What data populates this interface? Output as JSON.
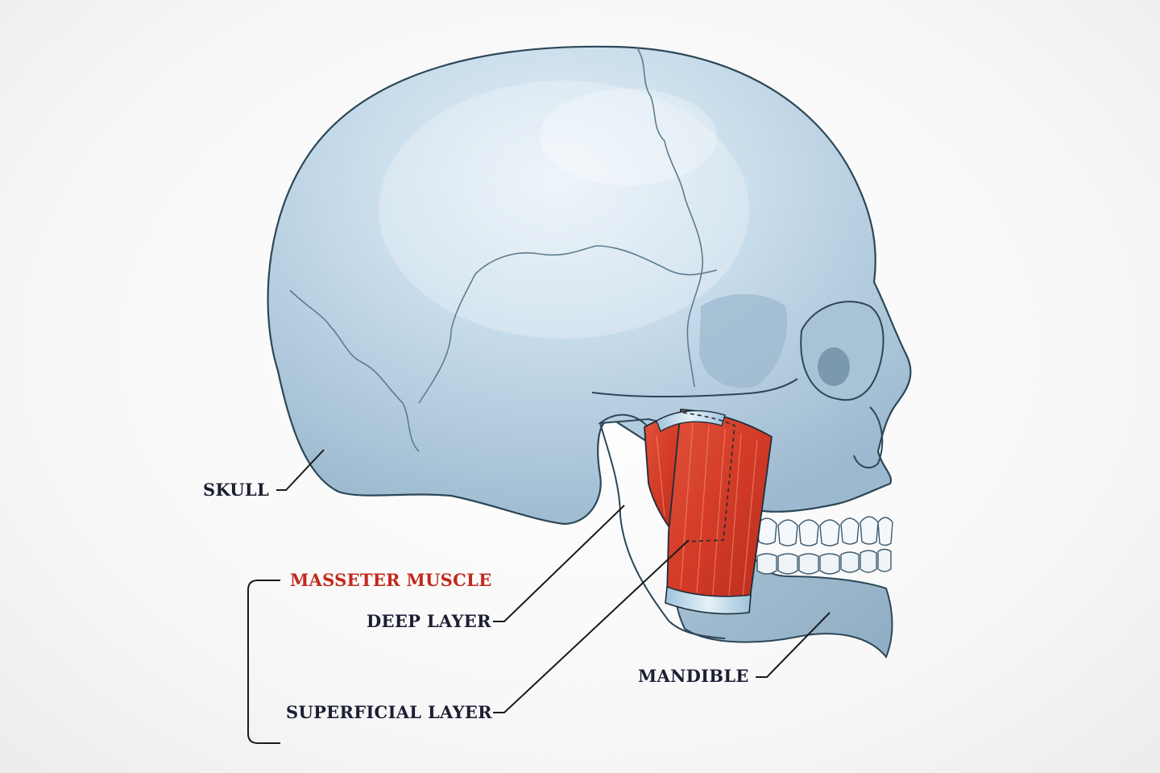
{
  "labels": {
    "skull": "SKULL",
    "masseter_muscle": "MASSETER MUSCLE",
    "deep_layer": "DEEP LAYER",
    "superficial_layer": "SUPERFICIAL LAYER",
    "mandible": "MANDIBLE"
  },
  "colors": {
    "label_text": "#1c1f33",
    "highlight_label": "#c3281c",
    "bone": "#bdd3e4",
    "bone_outline": "#2c4757",
    "muscle": "#d8432e",
    "leader_line": "#1a1a1a"
  }
}
